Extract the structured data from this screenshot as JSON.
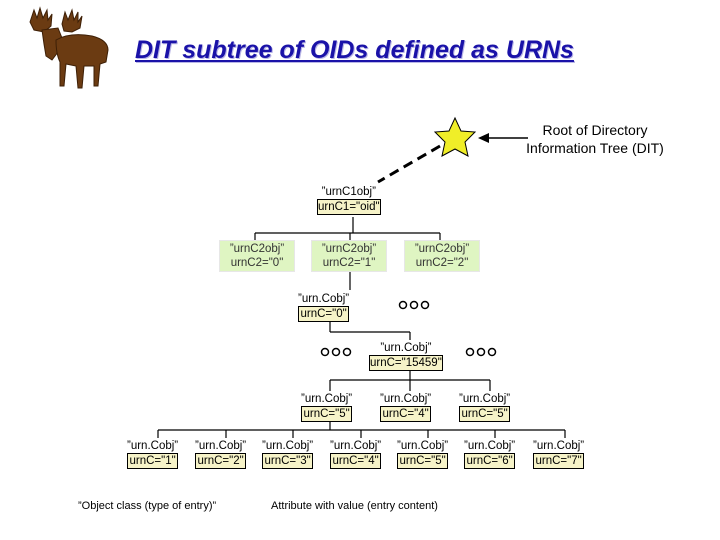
{
  "title": "DIT subtree of OIDs defined as URNs",
  "root_label": "Root of Directory Information Tree (DIT)",
  "colors": {
    "title": "#1a12a8",
    "star": "#f0ee28",
    "value_bg": "#f6f3c8",
    "green_bg": "#dff5c2"
  },
  "nodes": {
    "c1": {
      "cls": "”urnC1obj”",
      "val": "urnC1=\"oid\""
    },
    "c2_0": {
      "cls": "”urnC2obj”",
      "val": "urnC2=\"0\""
    },
    "c2_1": {
      "cls": "”urnC2obj”",
      "val": "urnC2=\"1\""
    },
    "c2_2": {
      "cls": "”urnC2obj”",
      "val": "urnC2=\"2\""
    },
    "c_0": {
      "cls": "”urn.Cobj”",
      "val": "urnC=\"0\""
    },
    "c_15459": {
      "cls": "”urn.Cobj”",
      "val": "urnC=\"15459\""
    },
    "c_5a": {
      "cls": "”urn.Cobj”",
      "val": "urnC=\"5\""
    },
    "c_4": {
      "cls": "”urn.Cobj”",
      "val": "urnC=\"4\""
    },
    "c_5b": {
      "cls": "”urn.Cobj”",
      "val": "urnC=\"5\""
    },
    "leaf1": {
      "cls": "”urn.Cobj”",
      "val": "urnC=\"1\""
    },
    "leaf2": {
      "cls": "”urn.Cobj”",
      "val": "urnC=\"2\""
    },
    "leaf3": {
      "cls": "”urn.Cobj”",
      "val": "urnC=\"3\""
    },
    "leaf4": {
      "cls": "”urn.Cobj”",
      "val": "urnC=\"4\""
    },
    "leaf5": {
      "cls": "”urn.Cobj”",
      "val": "urnC=\"5\""
    },
    "leaf6": {
      "cls": "”urn.Cobj”",
      "val": "urnC=\"6\""
    },
    "leaf7": {
      "cls": "”urn.Cobj”",
      "val": "urnC=\"7\""
    }
  },
  "legend": {
    "object_class": "”Object class (type of entry)”",
    "attribute": "Attribute with value (entry content)"
  }
}
